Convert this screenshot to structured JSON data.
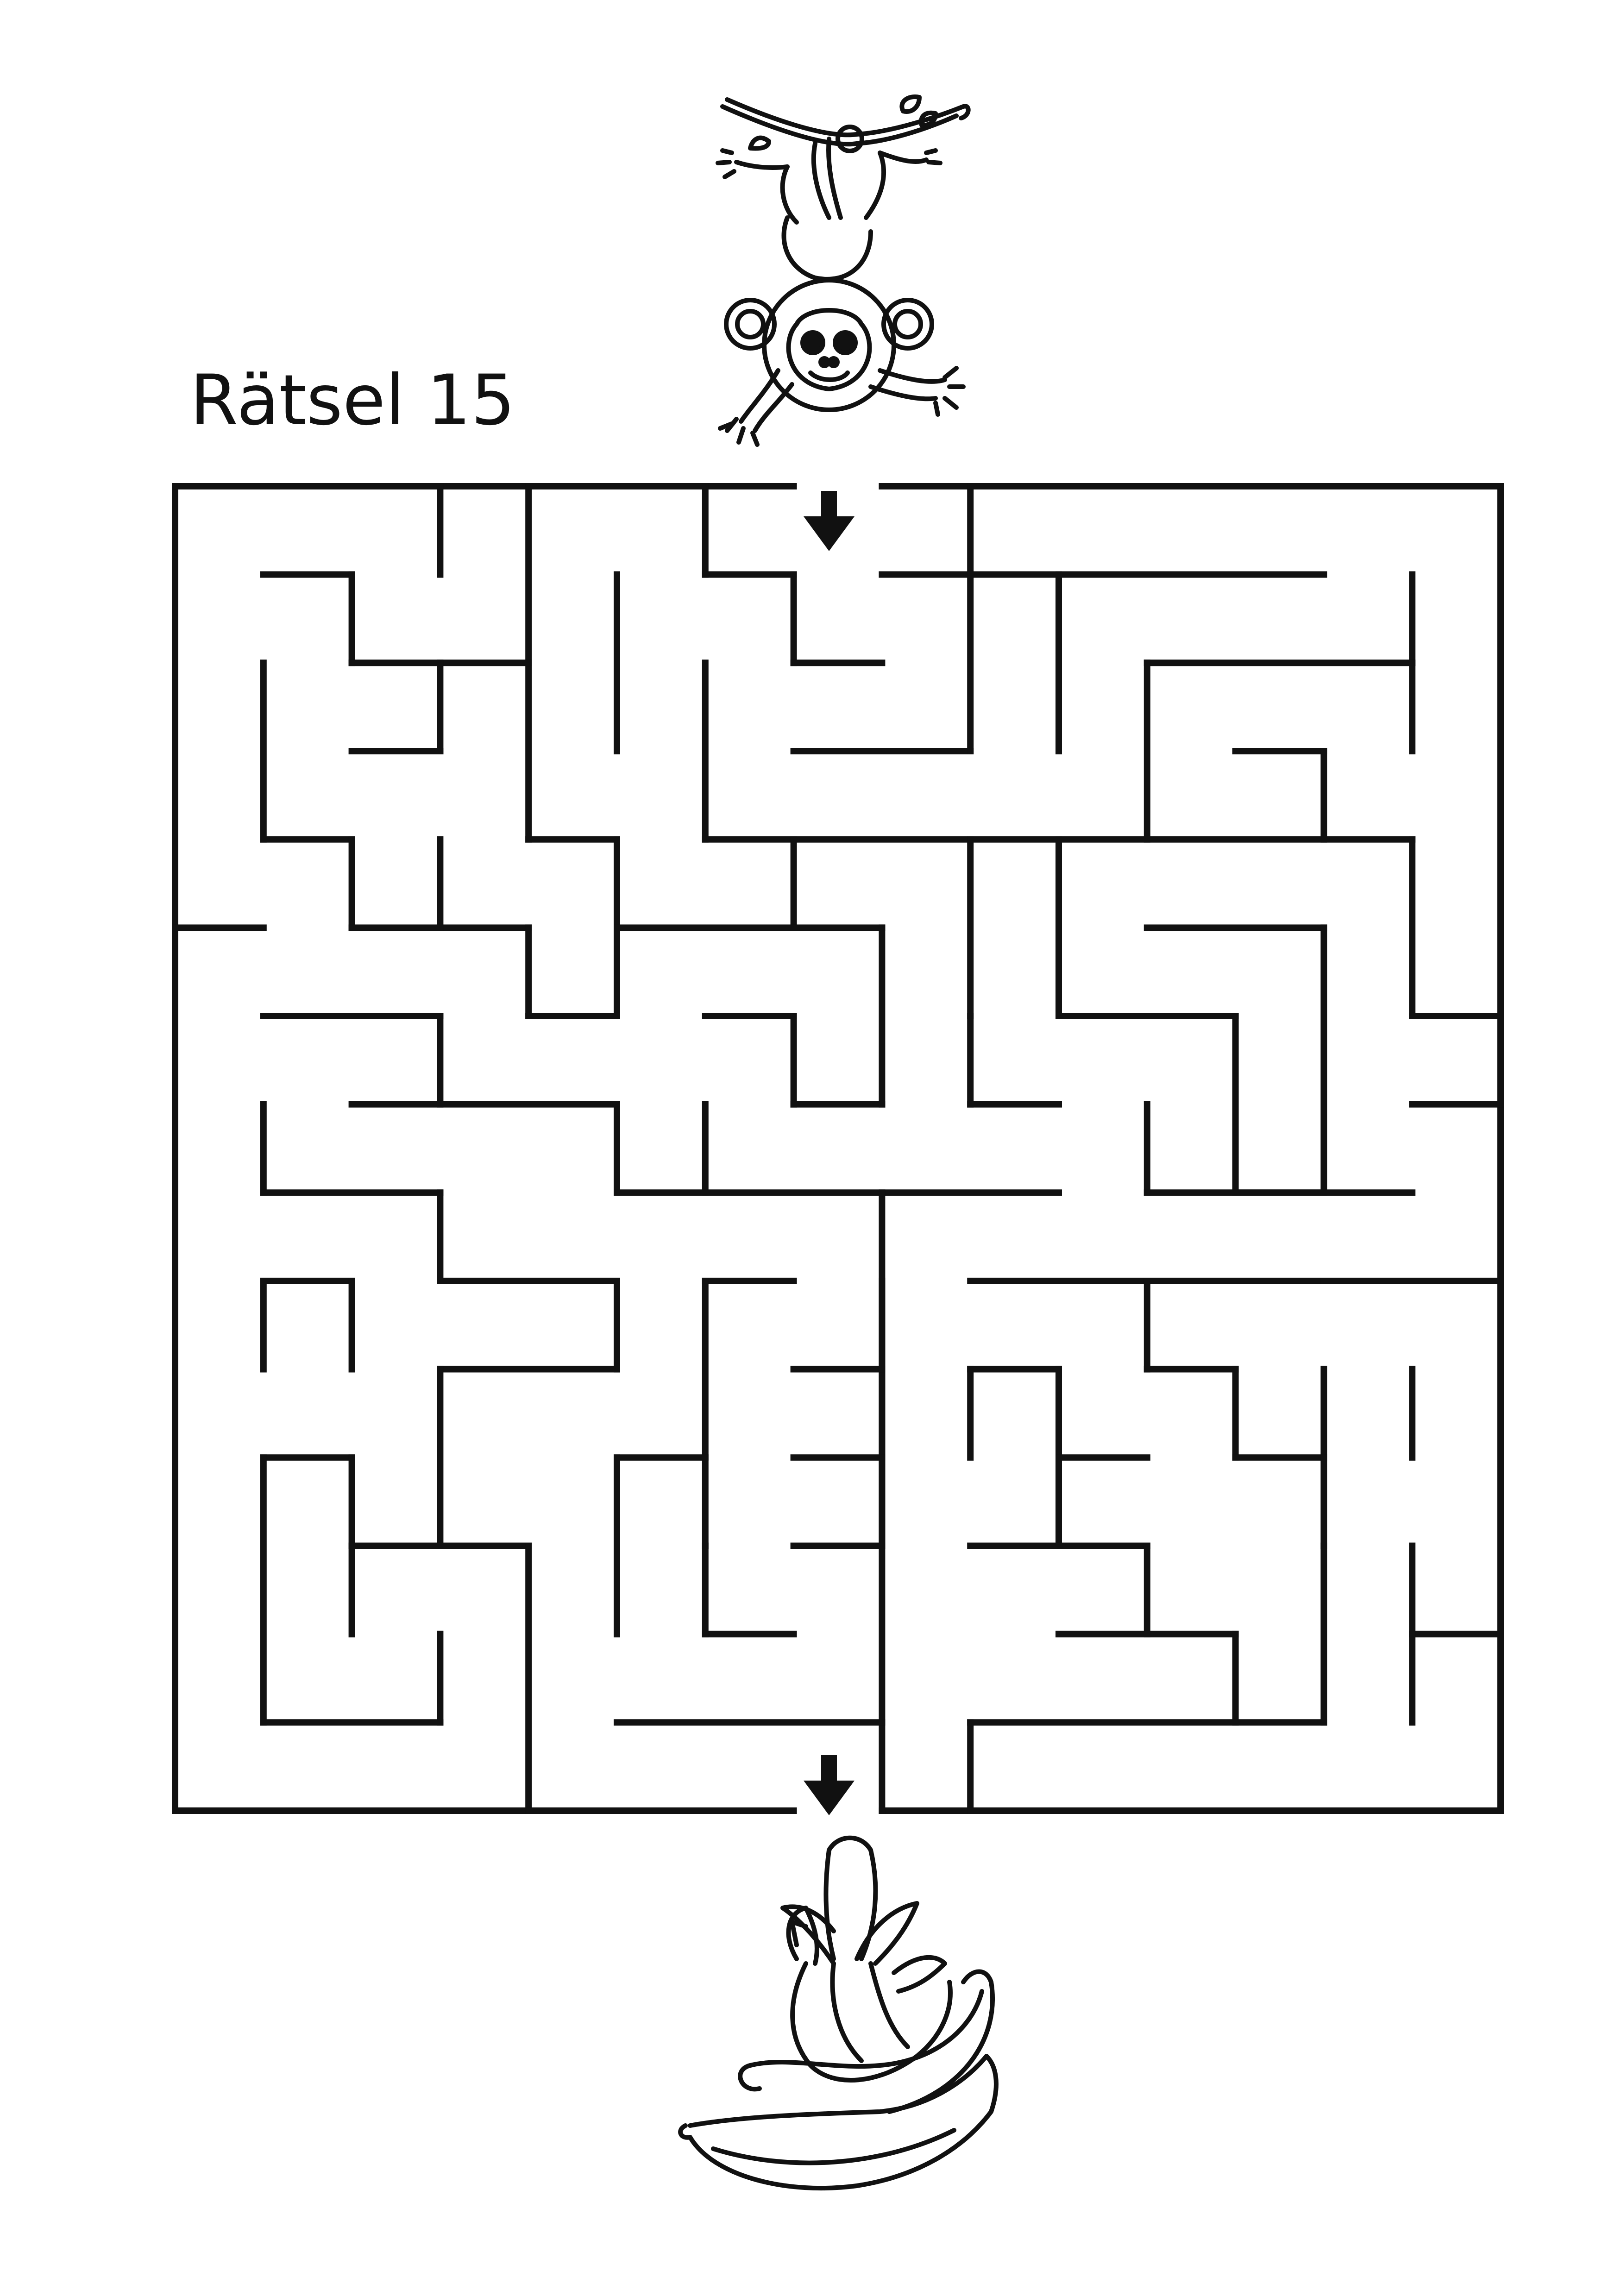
{
  "puzzle": {
    "title": "Rätsel 15"
  },
  "illustrations": {
    "start": "monkey-icon",
    "goal": "banana-icon",
    "start_marker": "arrow-down-icon",
    "goal_marker": "arrow-down-icon"
  },
  "colors": {
    "ink": "#111111",
    "paper": "#ffffff"
  },
  "maze": {
    "grid": {
      "columns": 15,
      "rows": 15
    },
    "entrance": {
      "side": "top",
      "column": 8
    },
    "exit": {
      "side": "bottom",
      "column": 8
    },
    "walls": [
      [
        0,
        0,
        7,
        0
      ],
      [
        8,
        0,
        15,
        0
      ],
      [
        0,
        15,
        7,
        15
      ],
      [
        8,
        15,
        15,
        15
      ],
      [
        0,
        0,
        0,
        15
      ],
      [
        15,
        0,
        15,
        15
      ],
      [
        3,
        0,
        3,
        1
      ],
      [
        4,
        0,
        4,
        4
      ],
      [
        6,
        0,
        6,
        1
      ],
      [
        9,
        0,
        9,
        1
      ],
      [
        1,
        1,
        2,
        1
      ],
      [
        2,
        1,
        2,
        2
      ],
      [
        6,
        1,
        7,
        1
      ],
      [
        7,
        1,
        7,
        2
      ],
      [
        7,
        2,
        8,
        2
      ],
      [
        8,
        1,
        13,
        1
      ],
      [
        10,
        1,
        10,
        3
      ],
      [
        14,
        1,
        14,
        3
      ],
      [
        2,
        2,
        4,
        2
      ],
      [
        1,
        2,
        1,
        4
      ],
      [
        5,
        1,
        5,
        3
      ],
      [
        6,
        2,
        6,
        4
      ],
      [
        3,
        2,
        3,
        3
      ],
      [
        11,
        2,
        14,
        2
      ],
      [
        11,
        2,
        11,
        4
      ],
      [
        2,
        3,
        3,
        3
      ],
      [
        7,
        3,
        9,
        3
      ],
      [
        9,
        1,
        9,
        3
      ],
      [
        12,
        3,
        13,
        3
      ],
      [
        13,
        3,
        13,
        4
      ],
      [
        1,
        4,
        2,
        4
      ],
      [
        2,
        4,
        2,
        5
      ],
      [
        2,
        5,
        4,
        5
      ],
      [
        3,
        4,
        3,
        5
      ],
      [
        4,
        4,
        5,
        4
      ],
      [
        5,
        4,
        5,
        6
      ],
      [
        6,
        4,
        14,
        4
      ],
      [
        14,
        4,
        14,
        6
      ],
      [
        7,
        4,
        7,
        5
      ],
      [
        9,
        4,
        9,
        6
      ],
      [
        10,
        4,
        10,
        6
      ],
      [
        0,
        5,
        1,
        5
      ],
      [
        5,
        5,
        8,
        5
      ],
      [
        8,
        5,
        8,
        7
      ],
      [
        6,
        6,
        7,
        6
      ],
      [
        4,
        5,
        4,
        6
      ],
      [
        4,
        6,
        5,
        6
      ],
      [
        10,
        6,
        12,
        6
      ],
      [
        11,
        5,
        13,
        5
      ],
      [
        13,
        5,
        13,
        8
      ],
      [
        14,
        6,
        15,
        6
      ],
      [
        1,
        6,
        3,
        6
      ],
      [
        3,
        6,
        3,
        7
      ],
      [
        2,
        7,
        5,
        7
      ],
      [
        7,
        6,
        7,
        7
      ],
      [
        7,
        7,
        8,
        7
      ],
      [
        9,
        6,
        9,
        7
      ],
      [
        9,
        7,
        10,
        7
      ],
      [
        12,
        6,
        12,
        8
      ],
      [
        12,
        8,
        13,
        8
      ],
      [
        1,
        7,
        1,
        8
      ],
      [
        1,
        8,
        3,
        8
      ],
      [
        3,
        8,
        3,
        9
      ],
      [
        5,
        7,
        5,
        8
      ],
      [
        6,
        7,
        6,
        8
      ],
      [
        5,
        8,
        10,
        8
      ],
      [
        8,
        8,
        8,
        15
      ],
      [
        11,
        7,
        11,
        8
      ],
      [
        11,
        8,
        14,
        8
      ],
      [
        14,
        7,
        15,
        7
      ],
      [
        3,
        9,
        5,
        9
      ],
      [
        6,
        9,
        7,
        9
      ],
      [
        9,
        9,
        13,
        9
      ],
      [
        1,
        9,
        1,
        10
      ],
      [
        1,
        9,
        2,
        9
      ],
      [
        2,
        9,
        2,
        10
      ],
      [
        5,
        9,
        5,
        10
      ],
      [
        6,
        9,
        6,
        12
      ],
      [
        8,
        9,
        8,
        12
      ],
      [
        3,
        10,
        5,
        10
      ],
      [
        3,
        10,
        3,
        12
      ],
      [
        7,
        10,
        8,
        10
      ],
      [
        9,
        10,
        10,
        10
      ],
      [
        9,
        10,
        9,
        11
      ],
      [
        10,
        10,
        10,
        12
      ],
      [
        11,
        9,
        11,
        10
      ],
      [
        11,
        10,
        12,
        10
      ],
      [
        12,
        10,
        12,
        11
      ],
      [
        13,
        9,
        15,
        9
      ],
      [
        14,
        10,
        14,
        11
      ],
      [
        13,
        10,
        13,
        11
      ],
      [
        1,
        11,
        2,
        11
      ],
      [
        2,
        11,
        2,
        13
      ],
      [
        5,
        11,
        6,
        11
      ],
      [
        5,
        11,
        5,
        13
      ],
      [
        7,
        11,
        8,
        11
      ],
      [
        10,
        11,
        11,
        11
      ],
      [
        12,
        11,
        13,
        11
      ],
      [
        13,
        11,
        13,
        12
      ],
      [
        1,
        11,
        1,
        14
      ],
      [
        2,
        12,
        4,
        12
      ],
      [
        4,
        12,
        4,
        15
      ],
      [
        7,
        12,
        8,
        12
      ],
      [
        9,
        12,
        11,
        12
      ],
      [
        11,
        12,
        11,
        13
      ],
      [
        13,
        12,
        13,
        14
      ],
      [
        12,
        13,
        12,
        14
      ],
      [
        14,
        12,
        14,
        13
      ],
      [
        3,
        13,
        3,
        14
      ],
      [
        1,
        14,
        3,
        14
      ],
      [
        6,
        13,
        7,
        13
      ],
      [
        6,
        12,
        6,
        13
      ],
      [
        10,
        13,
        12,
        13
      ],
      [
        14,
        13,
        15,
        13
      ],
      [
        14,
        13,
        14,
        14
      ],
      [
        5,
        14,
        8,
        14
      ],
      [
        9,
        14,
        13,
        14
      ],
      [
        9,
        14,
        9,
        15
      ]
    ]
  }
}
